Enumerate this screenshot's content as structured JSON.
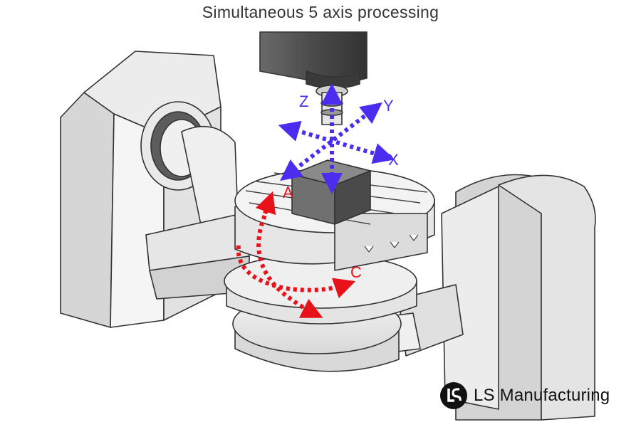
{
  "title": "Simultaneous 5 axis processing",
  "axes": {
    "linear": [
      "X",
      "Y",
      "Z"
    ],
    "rotary": [
      "A",
      "C"
    ]
  },
  "colors": {
    "linear_axis": "#4b2df0",
    "rotary_axis": "#e8121b",
    "body_light": "#f2f2f2",
    "body_shade": "#cfcfcf",
    "outline": "#333333",
    "workpiece": "#5a5a5a",
    "spindle": "#4a4a4a"
  },
  "brand": {
    "logo": "ls-logo-icon",
    "name": "LS Manufacturing"
  }
}
